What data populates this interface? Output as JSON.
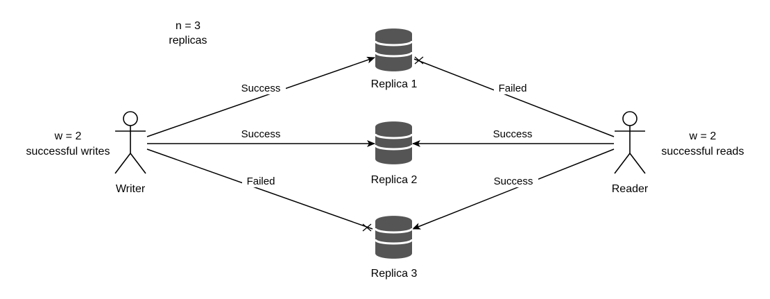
{
  "annotations": {
    "replicas_line1": "n = 3",
    "replicas_line2": "replicas",
    "writes_line1": "w = 2",
    "writes_line2": "successful writes",
    "reads_line1": "w = 2",
    "reads_line2": "successful reads"
  },
  "actors": {
    "writer": "Writer",
    "reader": "Reader"
  },
  "replicas": [
    {
      "label": "Replica 1"
    },
    {
      "label": "Replica 2"
    },
    {
      "label": "Replica 3"
    }
  ],
  "edges": {
    "writer_to_replica1": "Success",
    "writer_to_replica2": "Success",
    "writer_to_replica3": "Failed",
    "reader_to_replica1": "Failed",
    "reader_to_replica2": "Success",
    "reader_to_replica3": "Success"
  },
  "colors": {
    "database": "#555555",
    "line": "#000000",
    "background": "#ffffff"
  }
}
